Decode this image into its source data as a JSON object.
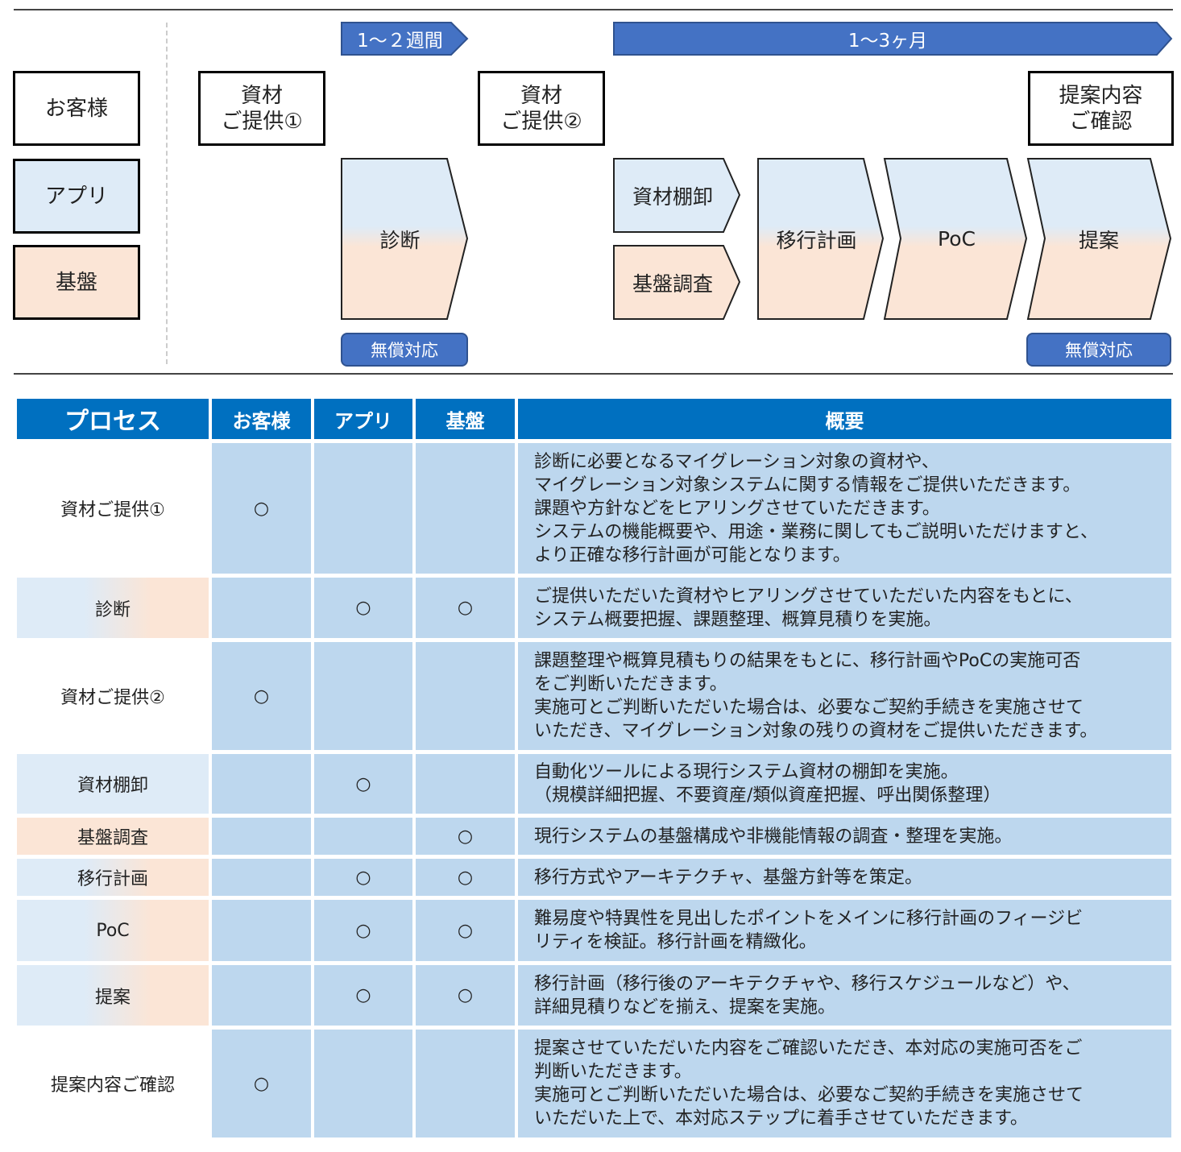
{
  "legend": {
    "customer": "お客様",
    "app": "アプリ",
    "infra": "基盤"
  },
  "timeline": {
    "short": "1～２週間",
    "long": "1～3ヶ月"
  },
  "steps": {
    "material1": "資材\nご提供①",
    "material2": "資材\nご提供②",
    "confirm": "提案内容\nご確認",
    "diagnosis": "診断",
    "inventory": "資材棚卸",
    "infra_survey": "基盤調査",
    "migration_plan": "移行計画",
    "poc": "PoC",
    "proposal": "提案"
  },
  "badges": {
    "free1": "無償対応",
    "free2": "無償対応"
  },
  "colors": {
    "header": "#0070c0",
    "cell": "#bdd7ee",
    "app": "#deebf7",
    "infra": "#fbe5d6",
    "bar": "#4472c4"
  },
  "table": {
    "headers": [
      "プロセス",
      "お客様",
      "アプリ",
      "基盤",
      "概要"
    ],
    "mark": "○",
    "rows": [
      {
        "process": "資材ご提供①",
        "customer": "○",
        "app": "",
        "infra": "",
        "desc": "診断に必要となるマイグレーション対象の資材や、\nマイグレーション対象システムに関する情報をご提供いただきます。\n課題や方針などをヒアリングさせていただきます。\nシステムの機能概要や、用途・業務に関してもご説明いただけますと、\nより正確な移行計画が可能となります。"
      },
      {
        "process": "診断",
        "customer": "",
        "app": "○",
        "infra": "○",
        "desc": "ご提供いただいた資材やヒアリングさせていただいた内容をもとに、\nシステム概要把握、課題整理、概算見積りを実施。"
      },
      {
        "process": "資材ご提供②",
        "customer": "○",
        "app": "",
        "infra": "",
        "desc": "課題整理や概算見積もりの結果をもとに、移行計画やPoCの実施可否\nをご判断いただきます。\n実施可とご判断いただいた場合は、必要なご契約手続きを実施させて\nいただき、マイグレーション対象の残りの資材をご提供いただきます。"
      },
      {
        "process": "資材棚卸",
        "customer": "",
        "app": "○",
        "infra": "",
        "desc": "自動化ツールによる現行システム資材の棚卸を実施。\n（規模詳細把握、不要資産/類似資産把握、呼出関係整理）"
      },
      {
        "process": "基盤調査",
        "customer": "",
        "app": "",
        "infra": "○",
        "desc": "現行システムの基盤構成や非機能情報の調査・整理を実施。"
      },
      {
        "process": "移行計画",
        "customer": "",
        "app": "○",
        "infra": "○",
        "desc": "移行方式やアーキテクチャ、基盤方針等を策定。"
      },
      {
        "process": "PoC",
        "customer": "",
        "app": "○",
        "infra": "○",
        "desc": "難易度や特異性を見出したポイントをメインに移行計画のフィージビ\nリティを検証。移行計画を精緻化。"
      },
      {
        "process": "提案",
        "customer": "",
        "app": "○",
        "infra": "○",
        "desc": "移行計画（移行後のアーキテクチャや、移行スケジュールなど）や、\n詳細見積りなどを揃え、提案を実施。"
      },
      {
        "process": "提案内容ご確認",
        "customer": "○",
        "app": "",
        "infra": "",
        "desc": "提案させていただいた内容をご確認いただき、本対応の実施可否をご\n判断いただきます。\n実施可とご判断いただいた場合は、必要なご契約手続きを実施させて\nいただいた上で、本対応ステップに着手させていただきます。"
      }
    ]
  }
}
